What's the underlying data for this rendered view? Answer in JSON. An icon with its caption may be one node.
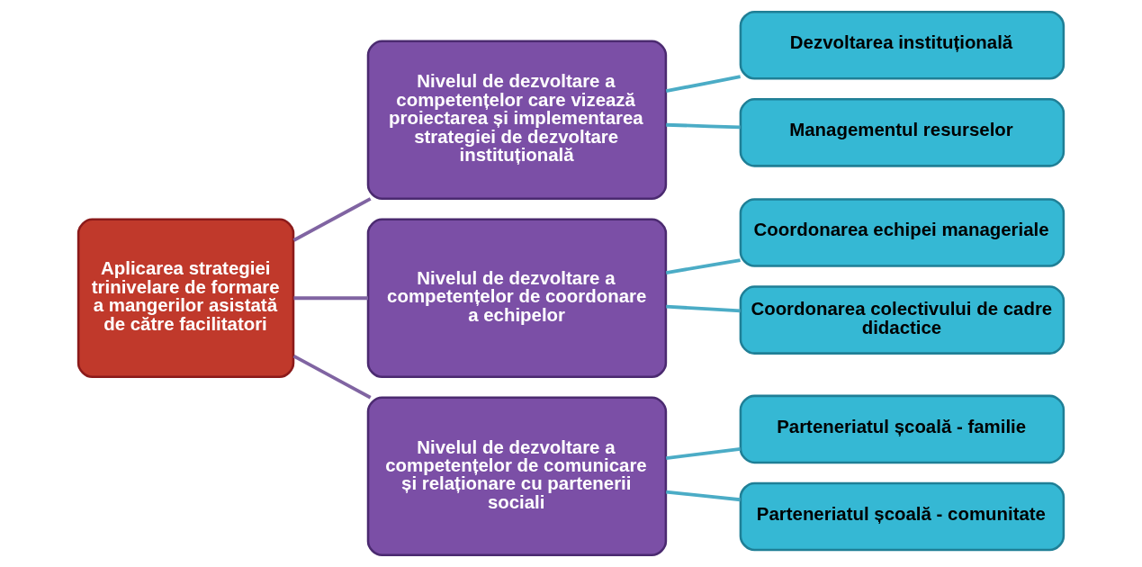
{
  "diagram": {
    "nodes": [
      {
        "text": [
          "Aplicarea strategiei trinivelare de formare a mangerilor asistată de către facilitatori"
        ]
      },
      {
        "text": [
          "Nivelul de dezvoltare a competențelor care vizează proiectarea și implementarea strategiei de dezvoltare instituțională"
        ]
      },
      {
        "text": [
          "Dezvoltarea instituțională"
        ]
      },
      {
        "text": [
          "Managementul resurselor"
        ]
      },
      {
        "text": [
          "Nivelul de dezvoltare a competențelor de coordonare a echipelor"
        ]
      },
      {
        "text": [
          "Coordonarea echipei manageriale"
        ]
      },
      {
        "text": [
          "Coordonarea colectivului de cadre didactice"
        ]
      },
      {
        "text": [
          "Nivelul de dezvoltare a competențelor de comunicare și relaționare cu partenerii sociali"
        ]
      },
      {
        "text": [
          "Parteneriatul școală - familie"
        ]
      },
      {
        "text": [
          "Parteneriatul școală - comunitate"
        ]
      }
    ],
    "edges": [
      {
        "from": 0,
        "to": 1,
        "arrow": "none",
        "color": "#8064a2"
      },
      {
        "from": 0,
        "to": 4,
        "arrow": "none",
        "color": "#8064a2"
      },
      {
        "from": 0,
        "to": 7,
        "arrow": "none",
        "color": "#8064a2"
      },
      {
        "from": 1,
        "to": 2,
        "arrow": "none"
      },
      {
        "from": 1,
        "to": 3,
        "arrow": "none"
      },
      {
        "from": 4,
        "to": 5,
        "arrow": "none"
      },
      {
        "from": 4,
        "to": 6,
        "arrow": "none"
      },
      {
        "from": 7,
        "to": 8,
        "arrow": "none"
      },
      {
        "from": 7,
        "to": 9,
        "arrow": "none"
      }
    ]
  }
}
